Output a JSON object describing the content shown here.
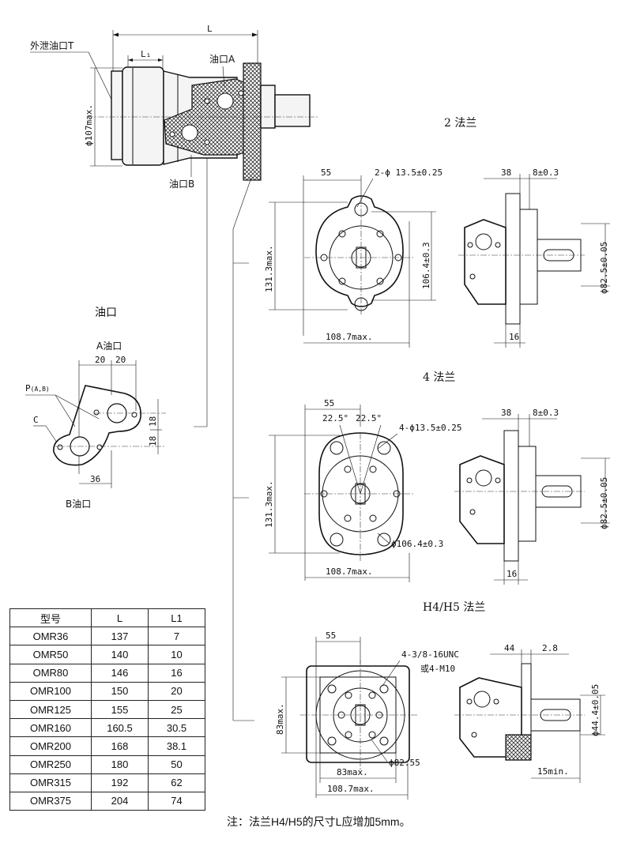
{
  "drawing": {
    "main_view": {
      "dim_L": "L",
      "dim_L1": "L₁",
      "drain_port_label": "外泄油口T",
      "port_a_label": "油口A",
      "port_b_label": "油口B",
      "dia_107": "ϕ107max."
    },
    "port_detail": {
      "title": "油口",
      "a_label": "A油口",
      "b_label": "B油口",
      "p_label": "P",
      "p_sub": "(A,B)",
      "c_label": "C",
      "dim_20a": "20",
      "dim_20b": "20",
      "dim_18a": "18",
      "dim_18b": "18",
      "dim_36": "36"
    },
    "flange2": {
      "title": "2 法兰",
      "dim_55": "55",
      "holes": "2-ϕ 13.5±0.25",
      "dim_131": "131.3max.",
      "dim_106": "106.4±0.3",
      "dim_108": "108.7max.",
      "dim_38": "38",
      "dim_8": "8±0.3",
      "dim_82": "ϕ82.5±0.05",
      "dim_16": "16"
    },
    "flange4": {
      "title": "4 法兰",
      "dim_55": "55",
      "angle_a": "22.5°",
      "angle_b": "22.5°",
      "holes": "4-ϕ13.5±0.25",
      "dim_131": "131.3max.",
      "dim_106": "ϕ106.4±0.3",
      "dim_108": "108.7max.",
      "dim_38": "38",
      "dim_8": "8±0.3",
      "dim_82": "ϕ82.5±0.05",
      "dim_16": "16"
    },
    "flangeh": {
      "title": "H4/H5 法兰",
      "dim_55": "55",
      "holes1": "4-3/8-16UNC",
      "holes2": "或4-M10",
      "dim_83v": "83max.",
      "dim_83h": "83max.",
      "dim_82": "ϕ82.55",
      "dim_108": "108.7max.",
      "dim_44": "44",
      "dim_28": "2.8",
      "dim_444": "ϕ44.4±0.05",
      "dim_15": "15min."
    }
  },
  "table": {
    "headers": [
      "型号",
      "L",
      "L1"
    ],
    "rows": [
      [
        "OMR36",
        "137",
        "7"
      ],
      [
        "OMR50",
        "140",
        "10"
      ],
      [
        "OMR80",
        "146",
        "16"
      ],
      [
        "OMR100",
        "150",
        "20"
      ],
      [
        "OMR125",
        "155",
        "25"
      ],
      [
        "OMR160",
        "160.5",
        "30.5"
      ],
      [
        "OMR200",
        "168",
        "38.1"
      ],
      [
        "OMR250",
        "180",
        "50"
      ],
      [
        "OMR315",
        "192",
        "62"
      ],
      [
        "OMR375",
        "204",
        "74"
      ]
    ]
  },
  "note": "注：法兰H4/H5的尺寸L应增加5mm。"
}
